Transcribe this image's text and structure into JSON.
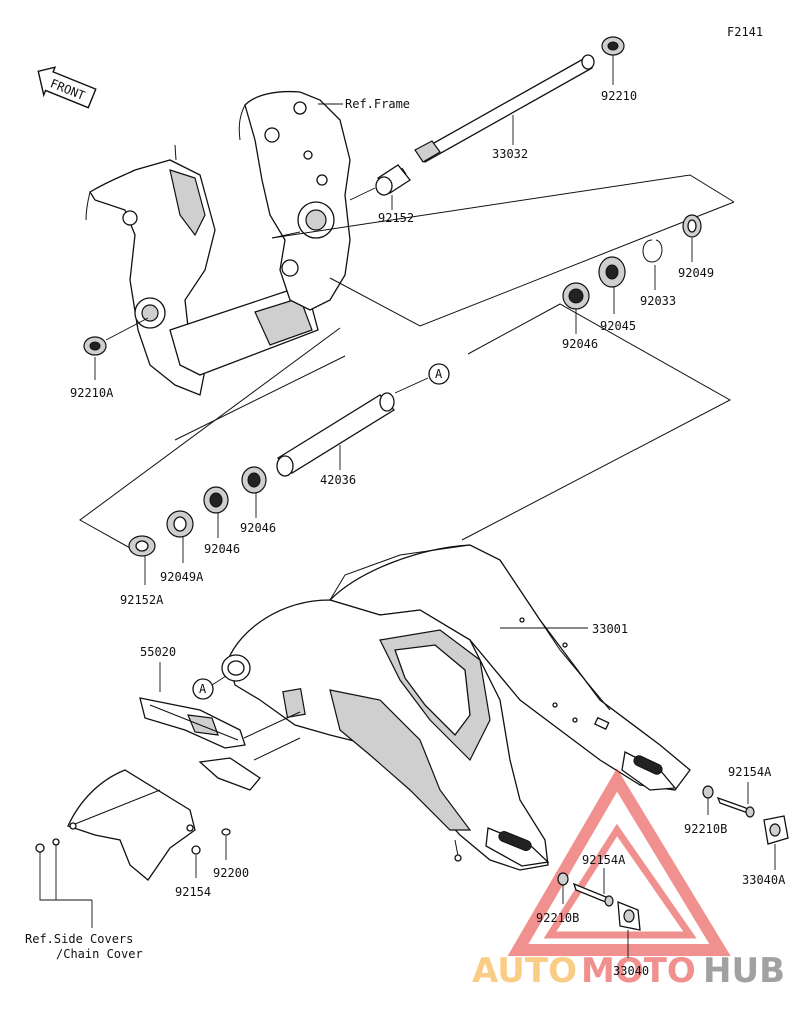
{
  "diagram": {
    "code": "F2141",
    "front_label": "FRONT",
    "ref_frame": "Ref.Frame",
    "ref_side_covers_line1": "Ref.Side Covers",
    "ref_side_covers_line2": "/Chain Cover",
    "callout_a": "A",
    "parts": {
      "p92210": "92210",
      "p33032": "33032",
      "p92152": "92152",
      "p92049": "92049",
      "p92033": "92033",
      "p92045": "92045",
      "p92046_top": "92046",
      "p92210A": "92210A",
      "p42036": "42036",
      "p92046_mid": "92046",
      "p92046_low": "92046",
      "p92049A": "92049A",
      "p92152A": "92152A",
      "p33001": "33001",
      "p55020": "55020",
      "p92154A_right": "92154A",
      "p92210B_right": "92210B",
      "p33040A": "33040A",
      "p92154A_lower": "92154A",
      "p92210B_lower": "92210B",
      "p33040": "33040",
      "p92154": "92154",
      "p92200": "92200"
    }
  },
  "watermark": {
    "part1": "AUTO",
    "part2": "MOTO",
    "part3": "HUB",
    "color_orange": "#f5a623",
    "color_red": "#e53935",
    "color_grey": "#555555"
  }
}
